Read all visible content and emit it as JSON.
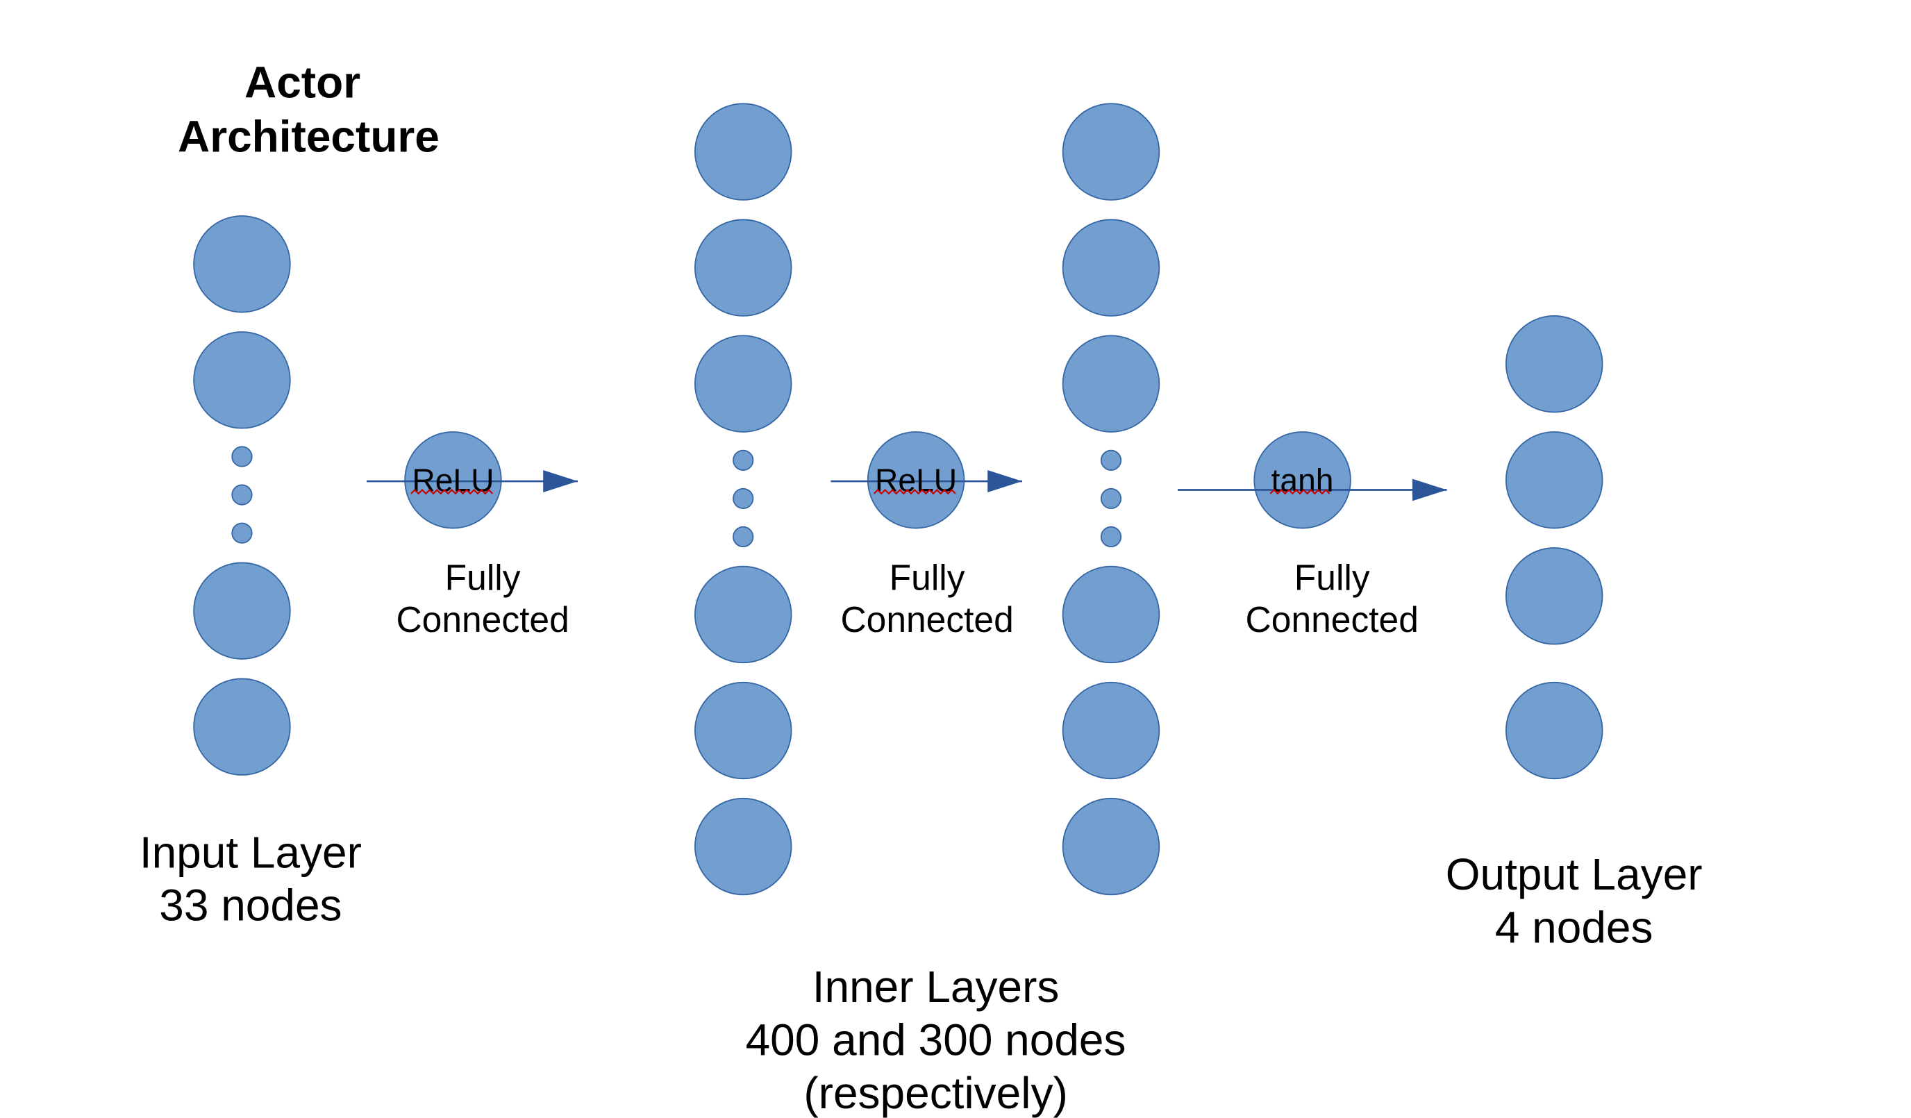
{
  "title": {
    "line1": "Actor",
    "line2": "Architecture"
  },
  "layers": [
    {
      "id": "input",
      "label_line1": "Input Layer",
      "label_line2": "33 nodes"
    },
    {
      "id": "inner",
      "label_line1": "Inner Layers",
      "label_line2": "400 and 300 nodes",
      "label_line3": "(respectively)"
    },
    {
      "id": "output",
      "label_line1": "Output Layer",
      "label_line2": "4 nodes"
    }
  ],
  "connections": [
    {
      "activation": "ReLU",
      "type_line1": "Fully",
      "type_line2": "Connected"
    },
    {
      "activation": "ReLU",
      "type_line1": "Fully",
      "type_line2": "Connected"
    },
    {
      "activation": "tanh",
      "type_line1": "Fully",
      "type_line2": "Connected"
    }
  ],
  "colors": {
    "node_fill": "#729fcf",
    "node_stroke": "#3465a4",
    "arrow": "#2a5599",
    "spellcheck_underline": "#cc0000"
  }
}
